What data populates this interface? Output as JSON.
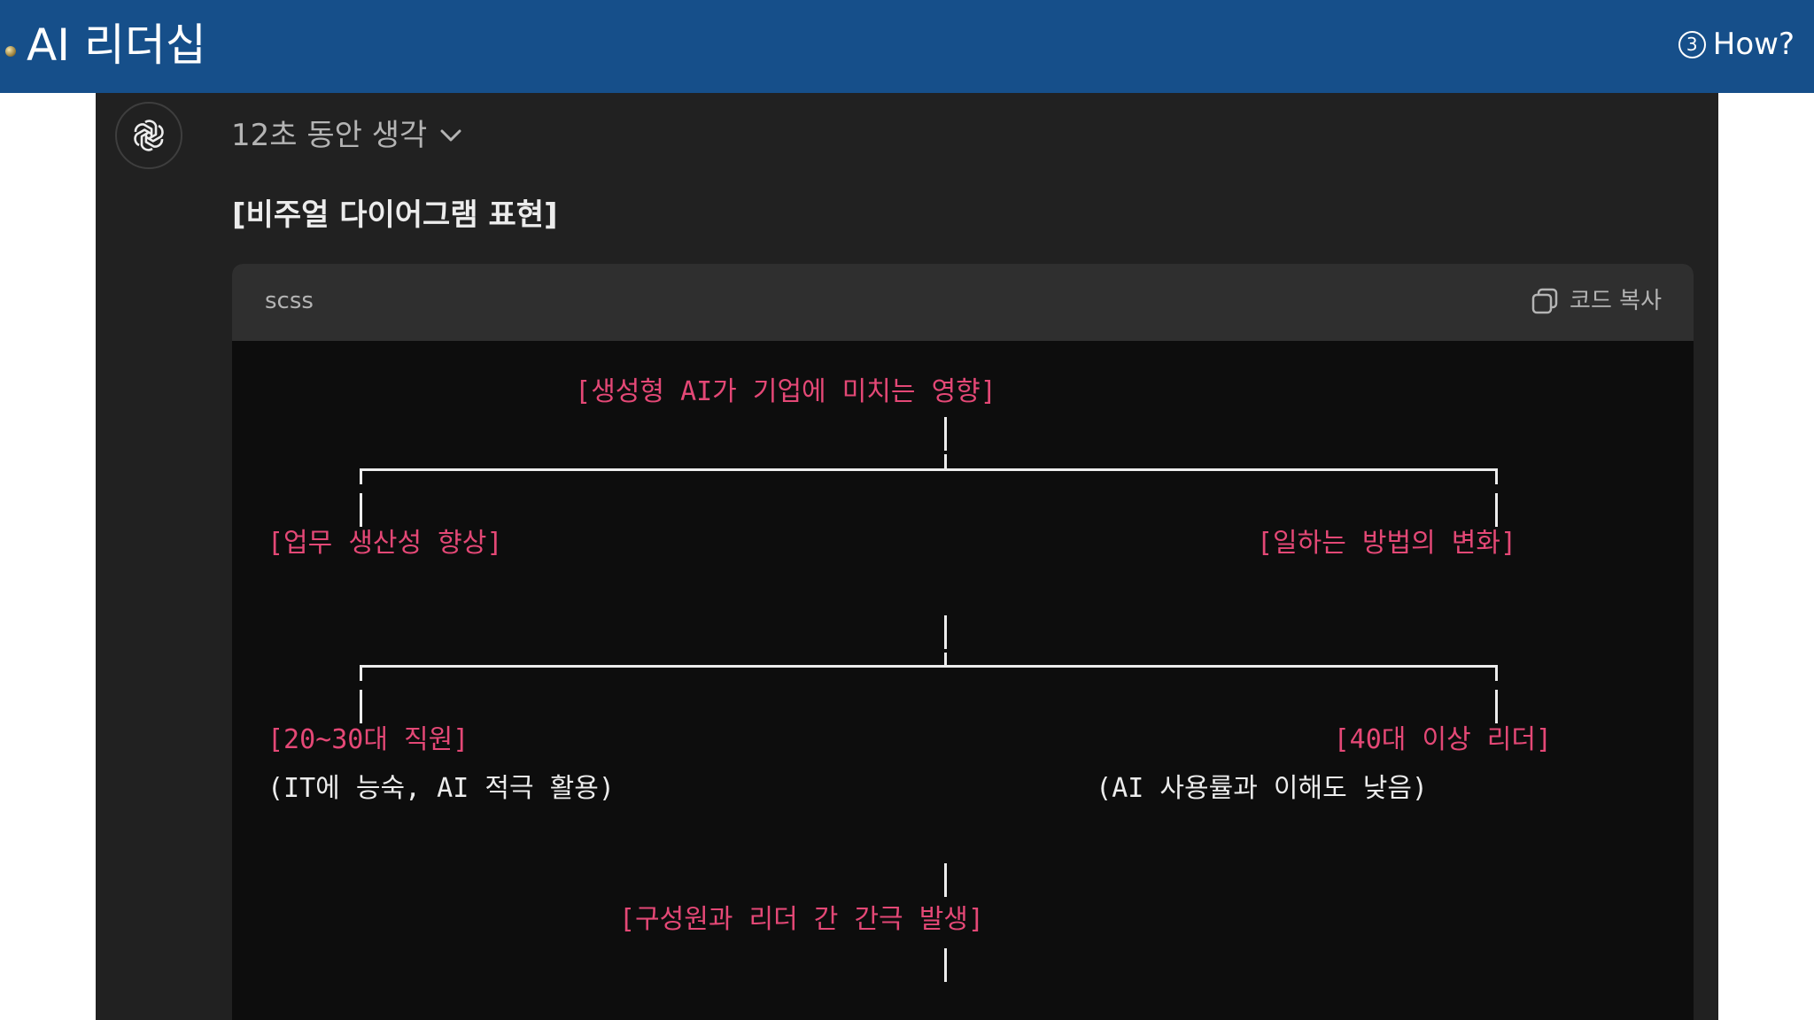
{
  "slide": {
    "title": "AI 리더십",
    "step_number": "3",
    "step_text": "How?"
  },
  "chat": {
    "thinking_label": "12초 동안 생각",
    "section_heading": "[비주얼 다이어그램 표현]",
    "code_block": {
      "language": "scss",
      "copy_label": "코드 복사"
    },
    "diagram": {
      "root": "[생성형 AI가 기업에 미치는 영향]",
      "left_branch": "[업무 생산성 향상]",
      "right_branch": "[일하는 방법의 변화]",
      "left_group_title": "[20~30대 직원]",
      "left_group_desc": "(IT에 능숙, AI 적극 활용)",
      "right_group_title": "[40대 이상 리더]",
      "right_group_desc": "(AI 사용률과 이해도 낮음)",
      "result": "[구성원과 리더 간 간극 발생]"
    }
  },
  "colors": {
    "header_blue": "#164f8a",
    "panel_bg": "#212121",
    "code_bg": "#0d0d0d",
    "code_header_bg": "#2f2f2f",
    "accent_pink": "#e44876",
    "text_light": "#ececec"
  },
  "icons": {
    "avatar": "openai-logo-icon",
    "thinking": "chevron-down-icon",
    "copy": "copy-icon",
    "step": "circled-number-icon"
  }
}
